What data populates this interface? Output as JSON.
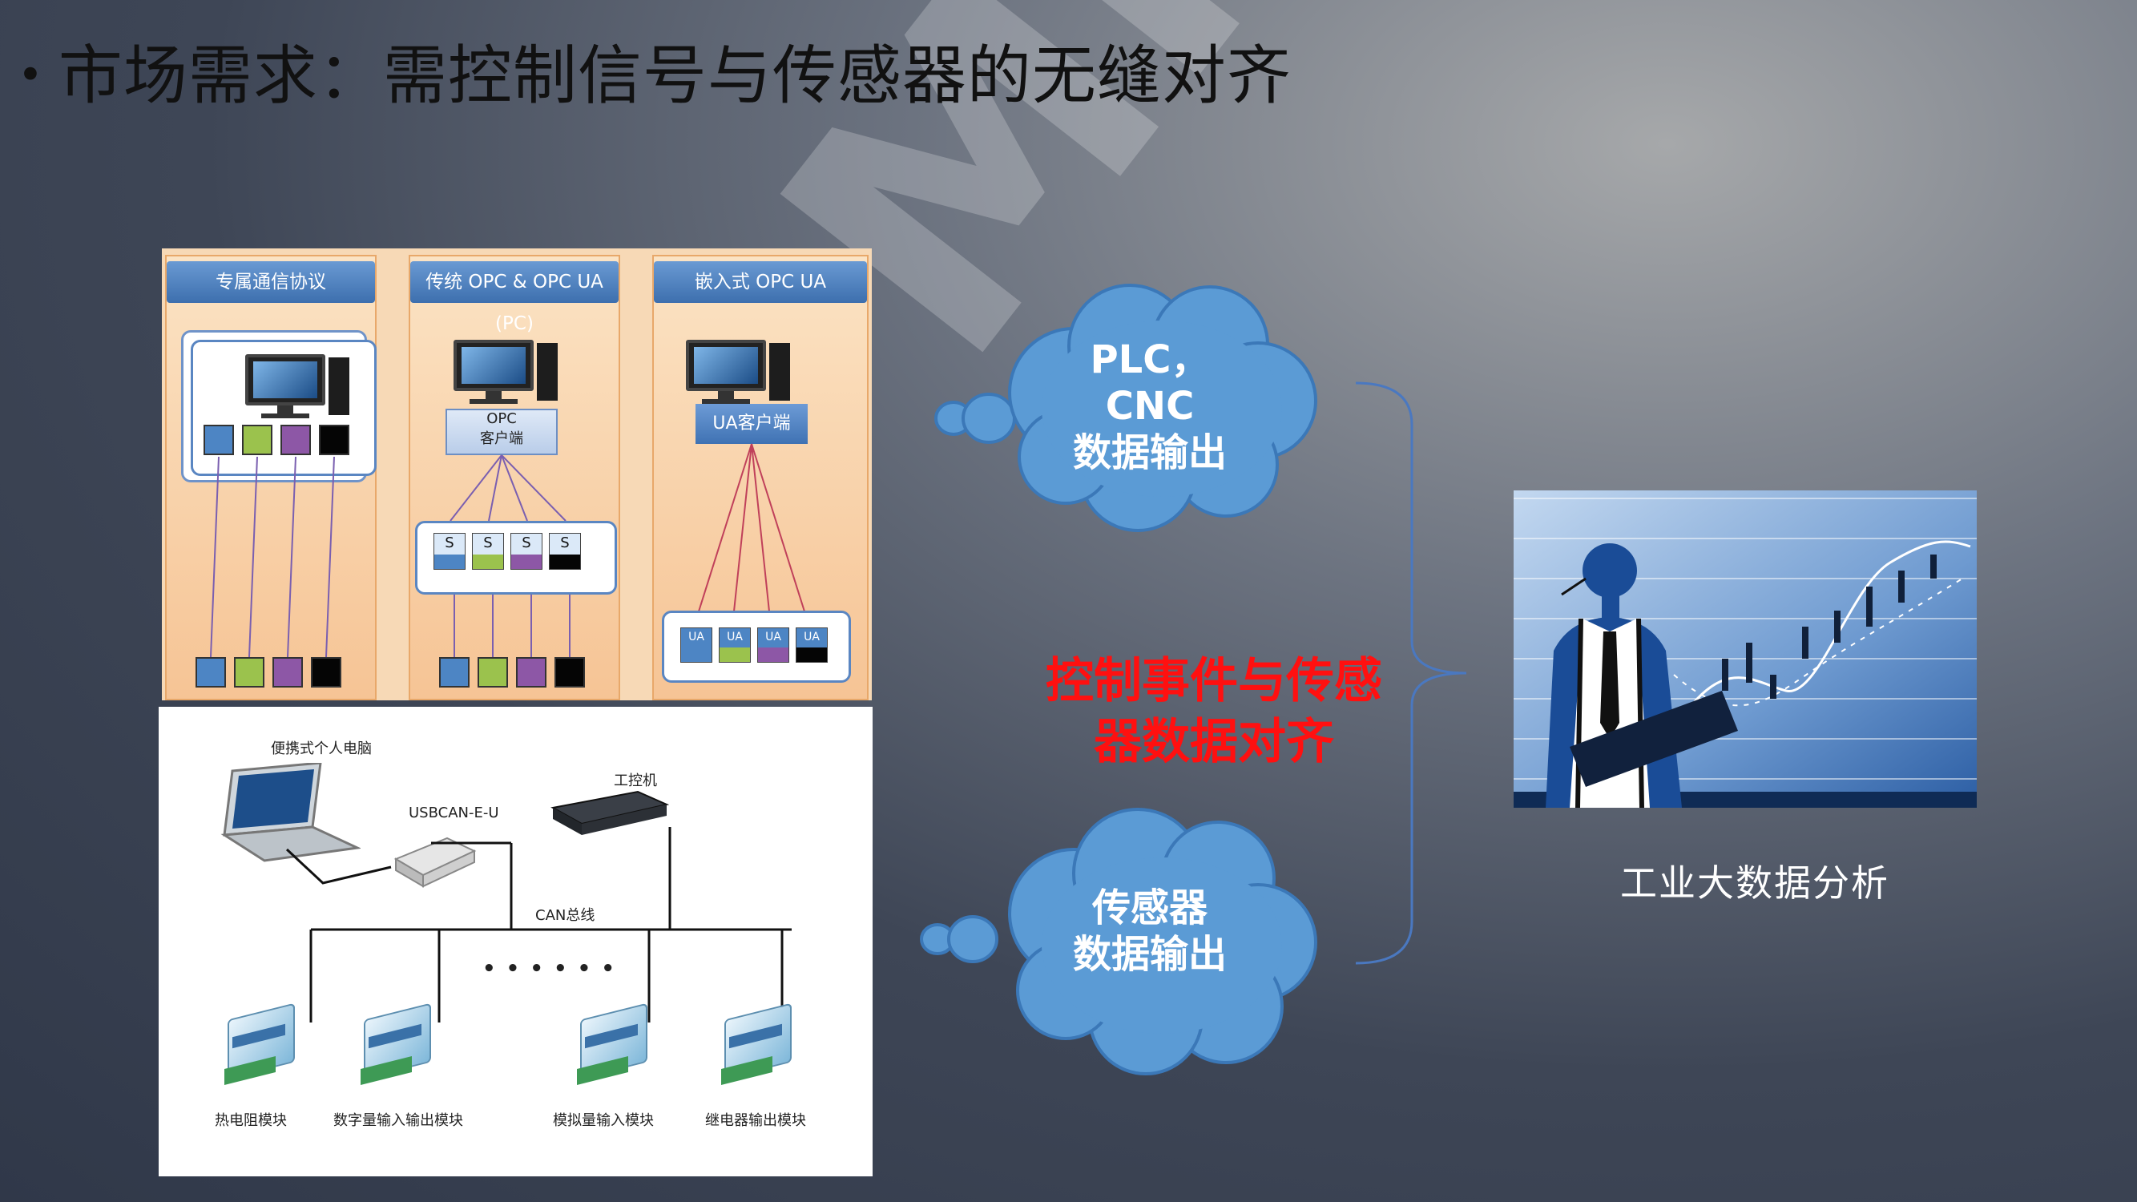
{
  "title": "市场需求：需控制信号与传感器的无缝对齐",
  "bullet": "•",
  "watermark": "MPC",
  "protocol_panel": {
    "columns": [
      {
        "header": "专属通信协议"
      },
      {
        "header": "传统 OPC & OPC UA (PC)",
        "opc_line1": "OPC",
        "opc_line2": "客户端",
        "server_label": "S"
      },
      {
        "header": "嵌入式 OPC UA",
        "client_label": "UA客户端",
        "device_label": "UA"
      }
    ]
  },
  "can_panel": {
    "laptop_label": "便携式个人电脑",
    "usbcan_label": "USBCAN-E-U",
    "ipc_label": "工控机",
    "bus_label": "CAN总线",
    "ellipsis": "• • • • • •",
    "modules": [
      "热电阻模块",
      "数字量输入输出模块",
      "模拟量输入模块",
      "继电器输出模块"
    ]
  },
  "clouds": {
    "top": [
      "PLC，",
      "CNC",
      "数据输出"
    ],
    "bottom": [
      "传感器",
      "数据输出"
    ]
  },
  "center_text": [
    "控制事件与传感",
    "器数据对齐"
  ],
  "analytics_caption": "工业大数据分析",
  "colors": {
    "accent_red": "#ff1010",
    "cloud_blue": "#5b9bd5",
    "header_blue": "#3d6fae",
    "panel_orange": "#f6c495"
  }
}
